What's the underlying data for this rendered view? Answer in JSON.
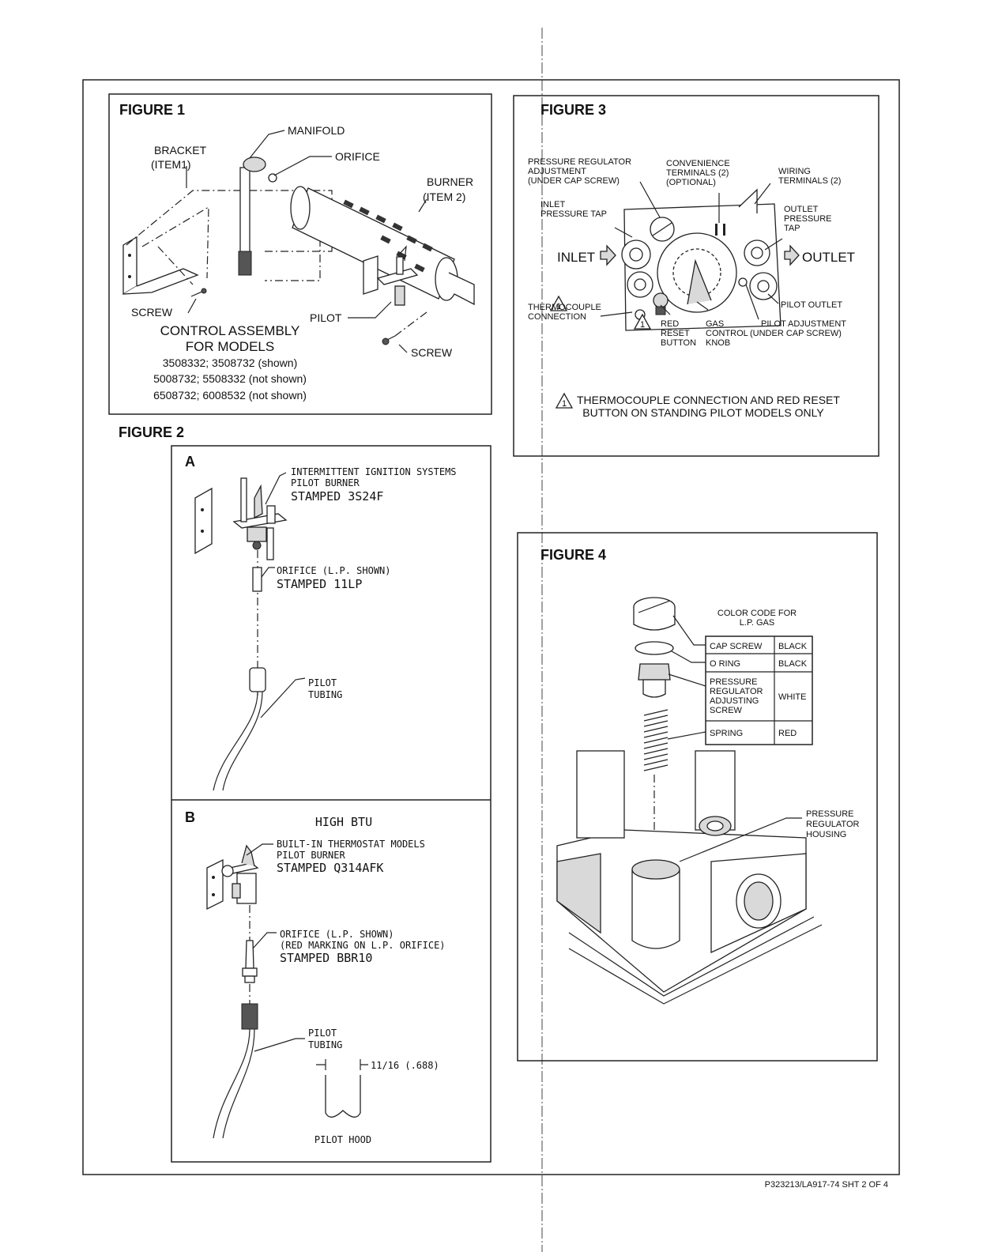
{
  "figure1": {
    "title": "FIGURE 1",
    "manifold": "MANIFOLD",
    "orifice": "ORIFICE",
    "bracket": [
      "BRACKET",
      "(ITEM1)"
    ],
    "burner": [
      "BURNER",
      "(ITEM  2)"
    ],
    "screw_left": "SCREW",
    "pilot": "PILOT",
    "screw_right": "SCREW",
    "caption": [
      "CONTROL ASSEMBLY",
      "FOR MODELS",
      "3508332; 3508732 (shown)",
      "5008732; 5508332 (not shown)",
      "6508732; 6008532 (not shown)"
    ]
  },
  "figure2": {
    "title": "FIGURE 2",
    "panel_a": {
      "letter": "A",
      "pilot_burner": [
        "INTERMITTENT IGNITION SYSTEMS",
        "PILOT BURNER",
        "STAMPED 3S24F"
      ],
      "orifice": [
        "ORIFICE (L.P. SHOWN)",
        "STAMPED 11LP"
      ],
      "tubing": [
        "PILOT",
        "TUBING"
      ]
    },
    "panel_b": {
      "letter": "B",
      "heading": "HIGH  BTU",
      "pilot_burner": [
        "BUILT-IN THERMOSTAT MODELS",
        "PILOT BURNER",
        "STAMPED Q314AFK"
      ],
      "orifice": [
        "ORIFICE (L.P. SHOWN)",
        "(RED MARKING ON L.P. ORIFICE)",
        "STAMPED BBR10"
      ],
      "tubing": [
        "PILOT",
        "TUBING"
      ],
      "dimension": "11/16 (.688)",
      "hood": "PILOT  HOOD"
    }
  },
  "figure3": {
    "title": "FIGURE 3",
    "pressure_regulator": [
      "PRESSURE REGULATOR",
      "ADJUSTMENT",
      "(UNDER CAP SCREW)"
    ],
    "convenience": [
      "CONVENIENCE",
      "TERMINALS (2)",
      "(OPTIONAL)"
    ],
    "wiring": [
      "WIRING",
      "TERMINALS (2)"
    ],
    "inlet_tap": [
      "INLET",
      "PRESSURE TAP"
    ],
    "outlet_tap": [
      "OUTLET",
      "PRESSURE",
      "TAP"
    ],
    "inlet": "INLET",
    "outlet": "OUTLET",
    "thermocouple": [
      "THERMOCOUPLE",
      "CONNECTION"
    ],
    "pilot_outlet": "PILOT OUTLET",
    "red_reset": [
      "RED",
      "RESET",
      "BUTTON"
    ],
    "gas_control": [
      "GAS",
      "CONTROL",
      "KNOB"
    ],
    "pilot_adjust": [
      "PILOT ADJUSTMENT",
      "(UNDER CAP SCREW)"
    ],
    "note_mark": "1",
    "note": [
      "THERMOCOUPLE CONNECTION AND RED RESET",
      "BUTTON ON STANDING PILOT MODELS ONLY"
    ]
  },
  "figure4": {
    "title": "FIGURE 4",
    "table_title": [
      "COLOR CODE FOR",
      "L.P. GAS"
    ],
    "rows": [
      {
        "part": [
          "CAP SCREW"
        ],
        "color": "BLACK"
      },
      {
        "part": [
          "O RING"
        ],
        "color": "BLACK"
      },
      {
        "part": [
          "PRESSURE",
          "REGULATOR",
          "ADJUSTING",
          "SCREW"
        ],
        "color": "WHITE"
      },
      {
        "part": [
          "SPRING"
        ],
        "color": "RED"
      }
    ],
    "housing": [
      "PRESSURE",
      "REGULATOR",
      "HOUSING"
    ]
  },
  "footer": "P323213/LA917-74    SHT  2 OF 4"
}
